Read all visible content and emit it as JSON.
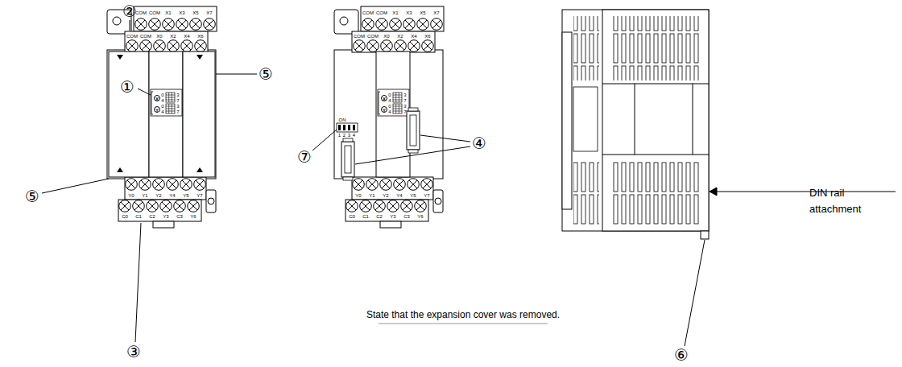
{
  "diagram": {
    "labels": [
      "COM",
      "COM",
      "X1",
      "X3",
      "X5",
      "X7",
      "COM",
      "COM",
      "X0",
      "X2",
      "X4",
      "X6",
      "X",
      "0",
      "4",
      "3",
      "7",
      "Y",
      "0",
      "4",
      "3",
      "7",
      "Y0",
      "Y1",
      "Y2",
      "Y4",
      "Y5",
      "Y7",
      "C0",
      "C1",
      "C2",
      "Y3",
      "C3",
      "Y6",
      "COM",
      "COM",
      "X1",
      "X3",
      "X5",
      "X7",
      "COM",
      "COM",
      "X0",
      "X2",
      "X4",
      "X6",
      "X",
      "0",
      "4",
      "3",
      "7",
      "Y",
      "0",
      "4",
      "3",
      "7",
      "ON",
      "1",
      "2",
      "3",
      "4",
      "Y0",
      "Y1",
      "Y2",
      "Y4",
      "Y5",
      "Y7",
      "C0",
      "C1",
      "C2",
      "Y3",
      "C3",
      "Y6",
      "②",
      "①",
      "⑤",
      "⑤",
      "③",
      "⑦",
      "④",
      "⑥",
      "State that the expansion cover was removed.",
      "DIN rail attachment"
    ]
  }
}
